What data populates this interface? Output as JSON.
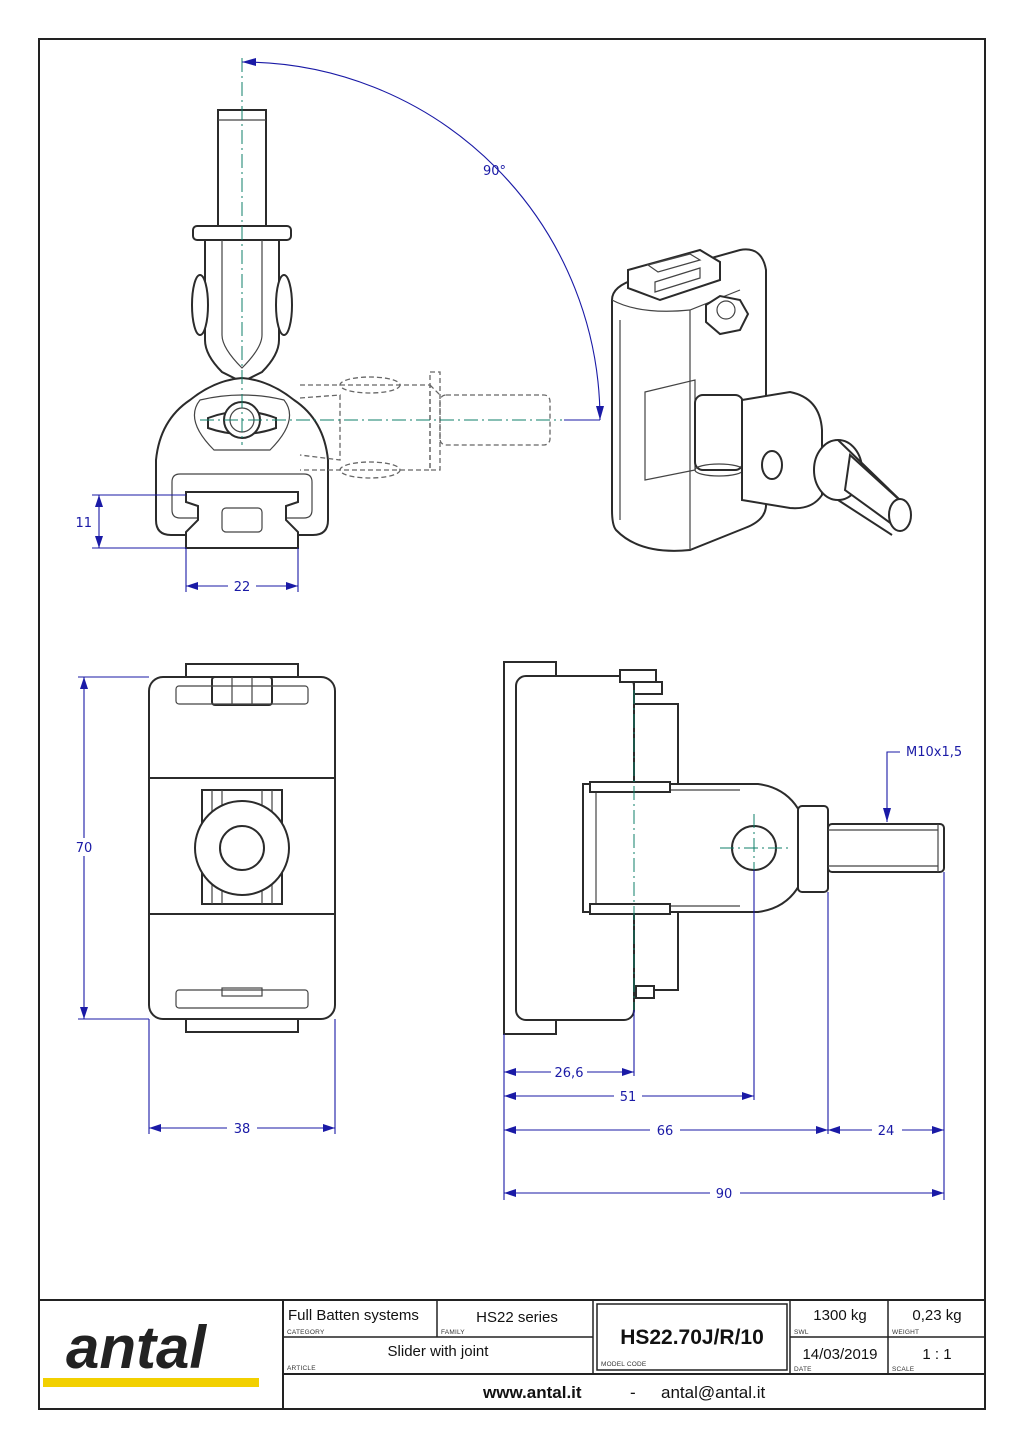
{
  "dimensions": {
    "angle": "90°",
    "rail_height": "11",
    "rail_width": "22",
    "height": "70",
    "width": "38",
    "thread": "M10x1,5",
    "d_26_6": "26,6",
    "d_51": "51",
    "d_66": "66",
    "d_24": "24",
    "d_90": "90"
  },
  "title_block": {
    "logo": "antal",
    "category": {
      "value": "Full Batten systems",
      "label": "CATEGORY"
    },
    "family": {
      "value": "HS22 series",
      "label": "FAMILY"
    },
    "article": {
      "value": "Slider with joint",
      "label": "ARTICLE"
    },
    "model_code": {
      "value": "HS22.70J/R/10",
      "label": "MODEL CODE"
    },
    "swl": {
      "value": "1300 kg",
      "label": "SWL"
    },
    "weight": {
      "value": "0,23 kg",
      "label": "WEIGHT"
    },
    "date": {
      "value": "14/03/2019",
      "label": "DATE"
    },
    "scale": {
      "value": "1 : 1",
      "label": "SCALE"
    },
    "website": "www.antal.it",
    "separator": "-",
    "email": "antal@antal.it"
  },
  "colors": {
    "dimension": "#1a1aa6",
    "centerline": "#0f7f6a",
    "logo_stripe": "#f2d000"
  }
}
